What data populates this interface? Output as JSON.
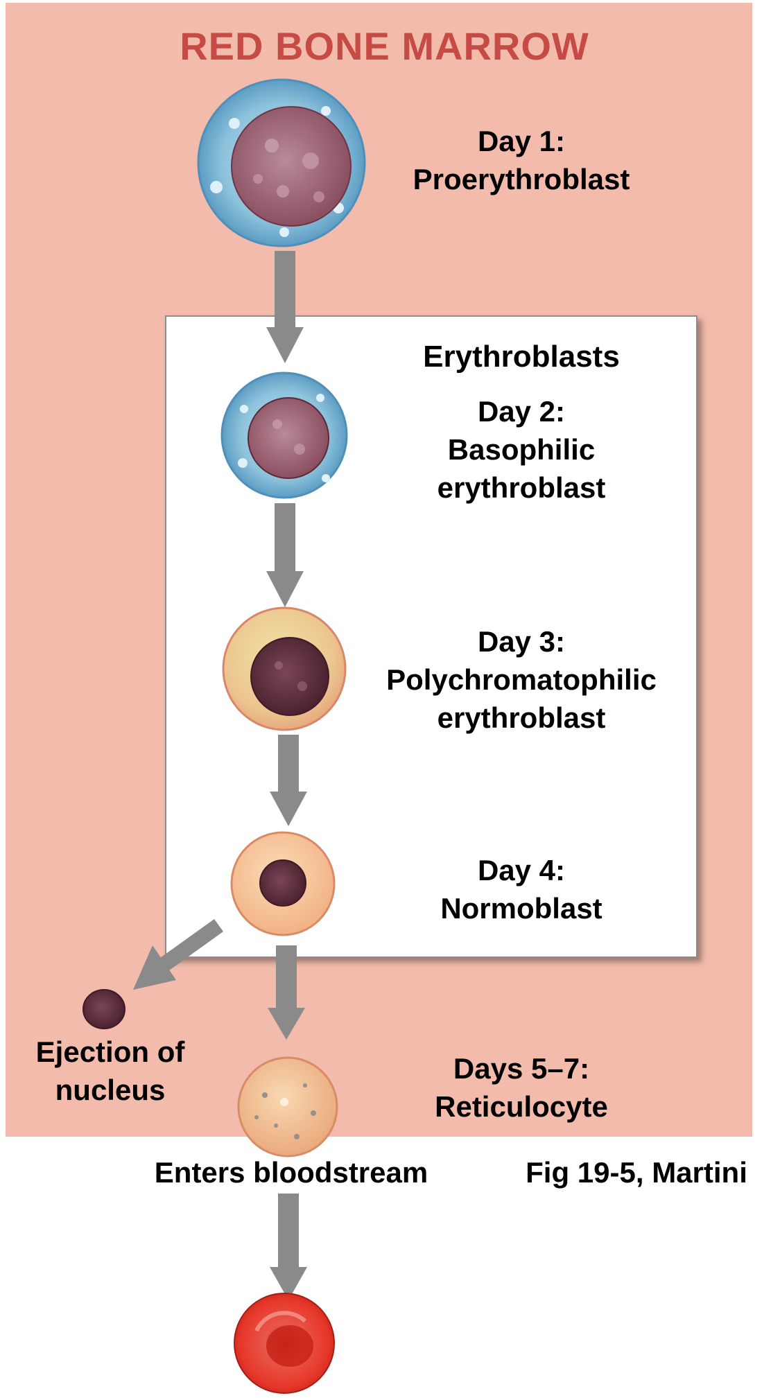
{
  "title": "RED BONE MARROW",
  "box_heading": "Erythroblasts",
  "stages": [
    {
      "day": "Day 1:",
      "name": [
        "Proerythroblast"
      ]
    },
    {
      "day": "Day 2:",
      "name": [
        "Basophilic",
        "erythroblast"
      ]
    },
    {
      "day": "Day 3:",
      "name": [
        "Polychromatophilic",
        "erythroblast"
      ]
    },
    {
      "day": "Day 4:",
      "name": [
        "Normoblast"
      ]
    },
    {
      "day": "Days 5–7:",
      "name": [
        "Reticulocyte"
      ]
    }
  ],
  "ejection_label": [
    "Ejection of",
    "nucleus"
  ],
  "bloodstream_label": "Enters bloodstream",
  "citation": "Fig 19-5, Martini",
  "colors": {
    "marrow_background": "#f2bbab",
    "title": "#c64b44",
    "arrow": "#8a8a8a",
    "cytoplasm_blue": "#8cc0dc",
    "nucleus": "#7a3f4f",
    "mature_rbc": "#e3382a"
  }
}
